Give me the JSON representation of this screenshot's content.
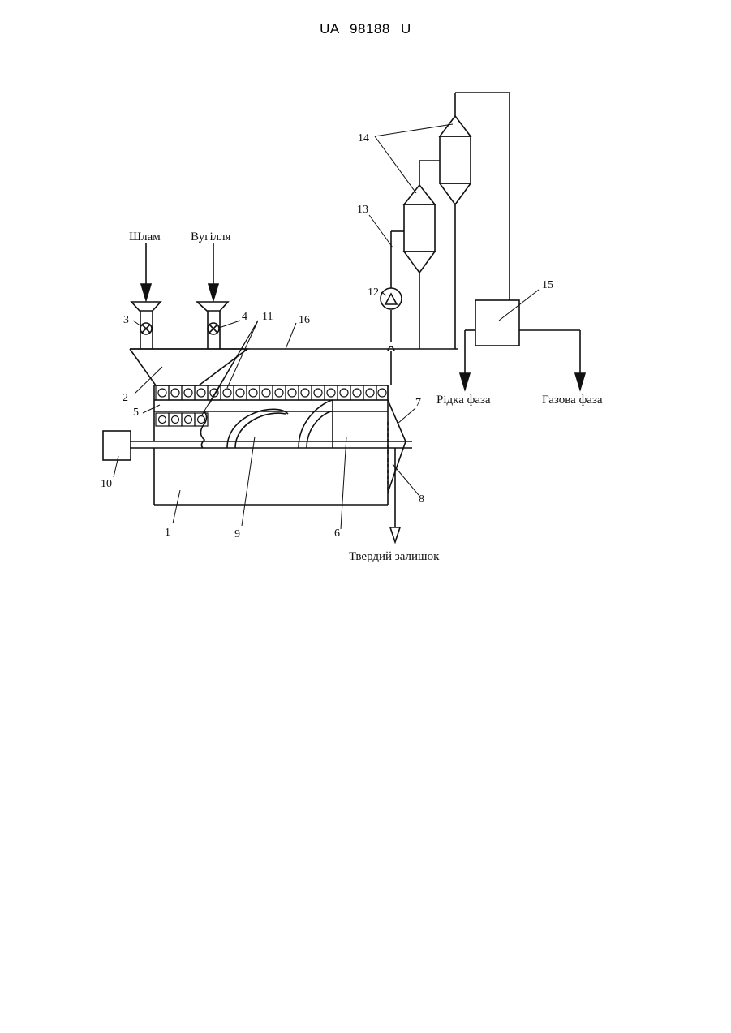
{
  "header": {
    "patent_number": "UA 98188 U"
  },
  "labels": {
    "sludge": "Шлам",
    "coal": "Вугілля",
    "liquid_phase": "Рідка фаза",
    "gas_phase": "Газова фаза",
    "solid_residue": "Твердий залишок"
  },
  "numbers": {
    "n1": "1",
    "n2": "2",
    "n3": "3",
    "n4": "4",
    "n5": "5",
    "n6": "6",
    "n7": "7",
    "n8": "8",
    "n9": "9",
    "n10": "10",
    "n11": "11",
    "n12": "12",
    "n13": "13",
    "n14": "14",
    "n15": "15",
    "n16": "16"
  },
  "colors": {
    "line": "#111111",
    "background": "#ffffff"
  }
}
